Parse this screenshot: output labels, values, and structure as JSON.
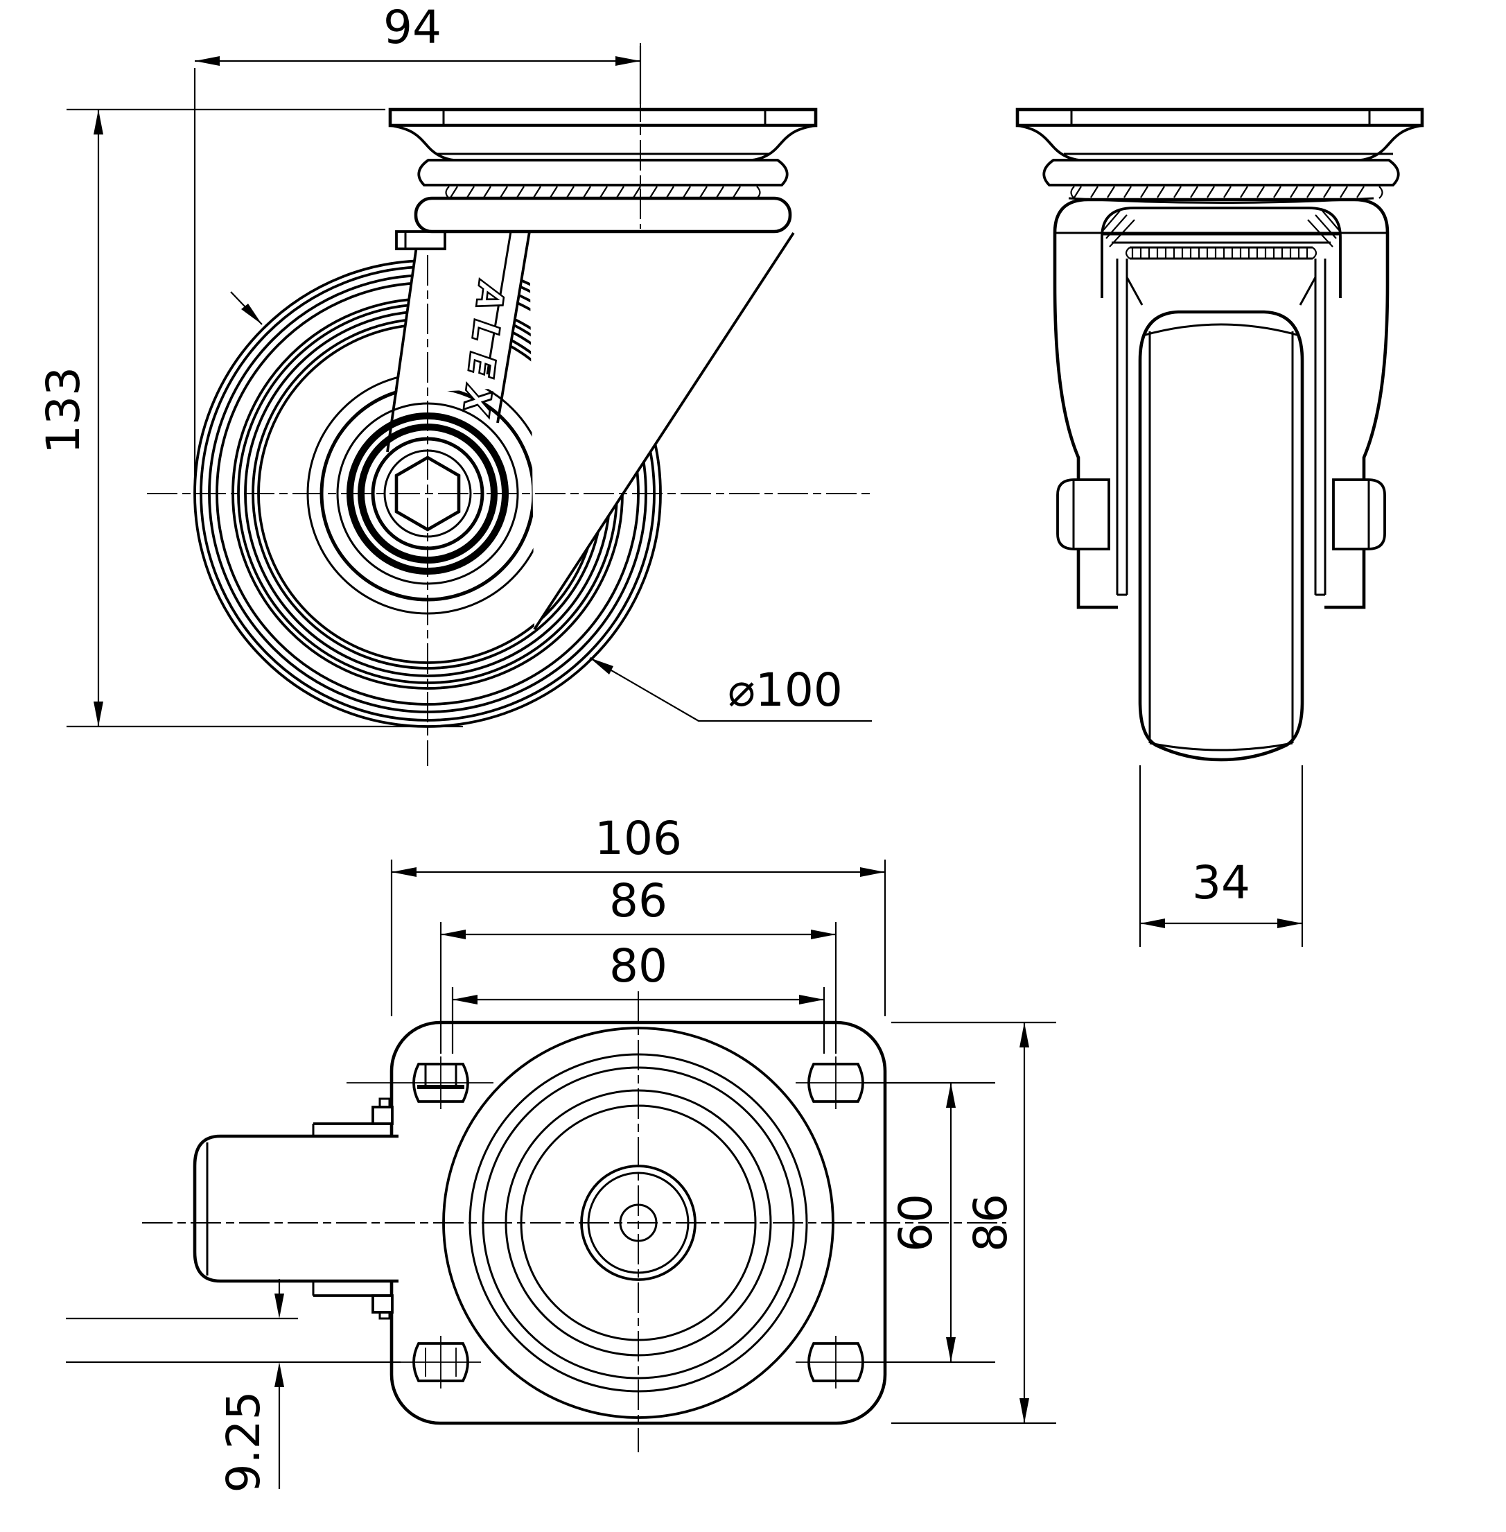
{
  "drawing": {
    "background": "#ffffff",
    "line_color": "#000000",
    "brand_logo": "ALEX",
    "views": {
      "front": {
        "dimensions": {
          "plate_offset": "94",
          "overall_height": "133",
          "wheel_diameter": "⌀100"
        }
      },
      "side": {
        "dimensions": {
          "wheel_width": "34"
        }
      },
      "plan": {
        "dimensions": {
          "plate_length": "106",
          "bolt_spacing_outer": "86",
          "bolt_spacing_inner": "80",
          "bolt_spacing_vertical": "60",
          "plate_depth": "86",
          "wheel_edge_offset": "9.25"
        }
      }
    }
  }
}
